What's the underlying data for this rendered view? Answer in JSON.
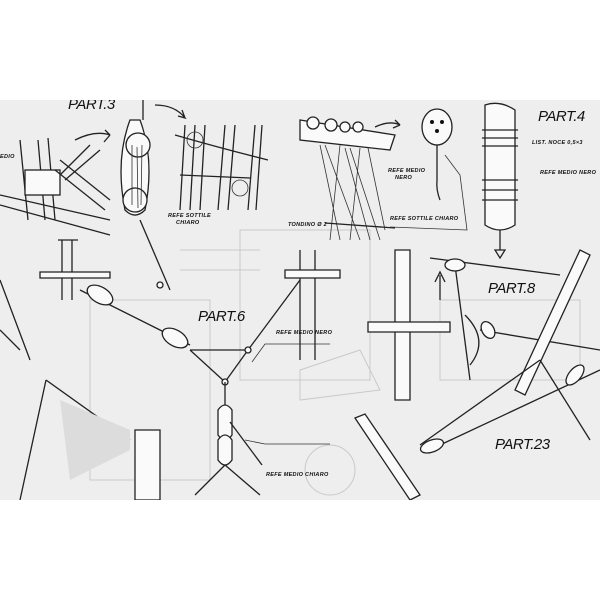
{
  "parts": {
    "part3": "PART.3",
    "part4": "PART.4",
    "part6": "PART.6",
    "part8": "PART.8",
    "part23": "PART.23"
  },
  "notes": {
    "refe_sottile_chiaro_1": "REFE SOTTILE",
    "refe_sottile_chiaro_1b": "CHIARO",
    "refe_medio_nero_1": "REFE MEDIO",
    "refe_medio_nero_1b": "NERO",
    "tondino": "TONDINO Ø 2",
    "refe_sottile_chiaro_2": "REFE SOTTILE CHIARO",
    "list_noce": "LIST. NOCE 0,5×3",
    "refe_medio_nero_2": "REFE MEDIO NERO",
    "refe_medio_nero_3": "REFE MEDIO NERO",
    "refe_medio_chiaro": "REFE MEDIO CHIARO",
    "partial_left": "EDIO"
  }
}
